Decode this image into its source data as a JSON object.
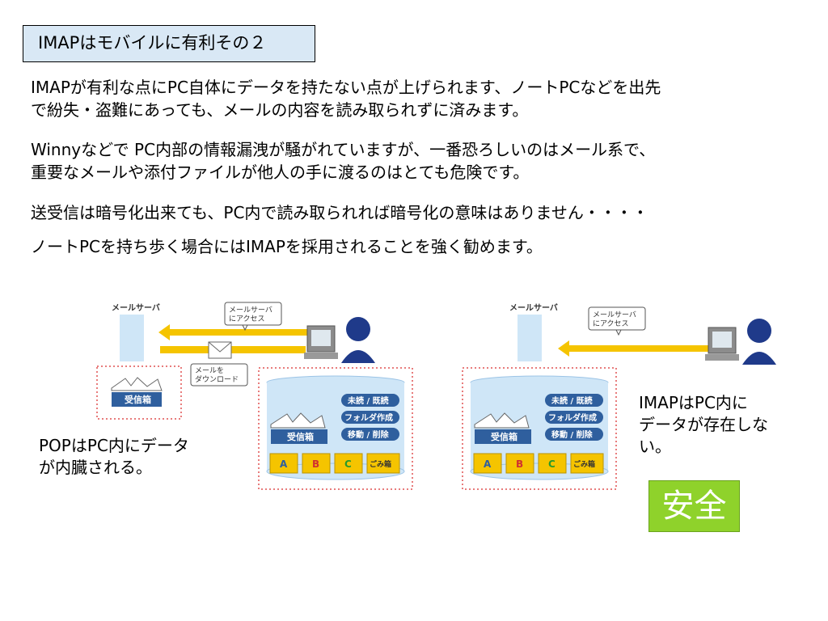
{
  "title": "IMAPはモバイルに有利その２",
  "paragraphs": [
    "IMAPが有利な点にPC自体にデータを持たない点が上げられます、ノートPCなどを出先",
    "で紛失・盗難にあっても、メールの内容を読み取られずに済みます。",
    "Winnyなどで PC内部の情報漏洩が騒がれていますが、一番恐ろしいのはメール系で、",
    "重要なメールや添付ファイルが他人の手に渡るのはとても危険です。",
    "送受信は暗号化出来ても、PC内で読み取られれば暗号化の意味はありません・・・・",
    "ノートPCを持ち歩く場合にはIMAPを採用されることを強く勧めます。"
  ],
  "diagram_left": {
    "server_label": "メールサーバ",
    "bubble_access_line1": "メールサーバ",
    "bubble_access_line2": "にアクセス",
    "bubble_download_line1": "メールを",
    "bubble_download_line2": "ダウンロード",
    "inbox_label": "受信箱",
    "tag_unread": "未読 / 既読",
    "tag_folder": "フォルダ作成",
    "tag_move": "移動 / 削除",
    "inbox_label_2": "受信箱",
    "folder_a": "A",
    "folder_b": "B",
    "folder_c": "C",
    "folder_trash": "ごみ箱"
  },
  "diagram_right": {
    "server_label": "メールサーバ",
    "bubble_access_line1": "メールサーバ",
    "bubble_access_line2": "にアクセス",
    "tag_unread": "未読 / 既読",
    "tag_folder": "フォルダ作成",
    "tag_move": "移動 / 削除",
    "inbox_label": "受信箱",
    "folder_a": "A",
    "folder_b": "B",
    "folder_c": "C",
    "folder_trash": "ごみ箱"
  },
  "caption_pop_line1": "POPはPC内にデータ",
  "caption_pop_line2": "が内臓される。",
  "caption_imap_line1": "IMAPはPC内に",
  "caption_imap_line2": "データが存在しな",
  "caption_imap_line3": "い。",
  "safe_label": "安全",
  "colors": {
    "title_bg": "#d9e8f5",
    "arrow": "#f5c400",
    "server": "#cfe6f7",
    "tag": "#2f5f9e",
    "safe": "#8fd22b",
    "dotted": "#e05050"
  }
}
